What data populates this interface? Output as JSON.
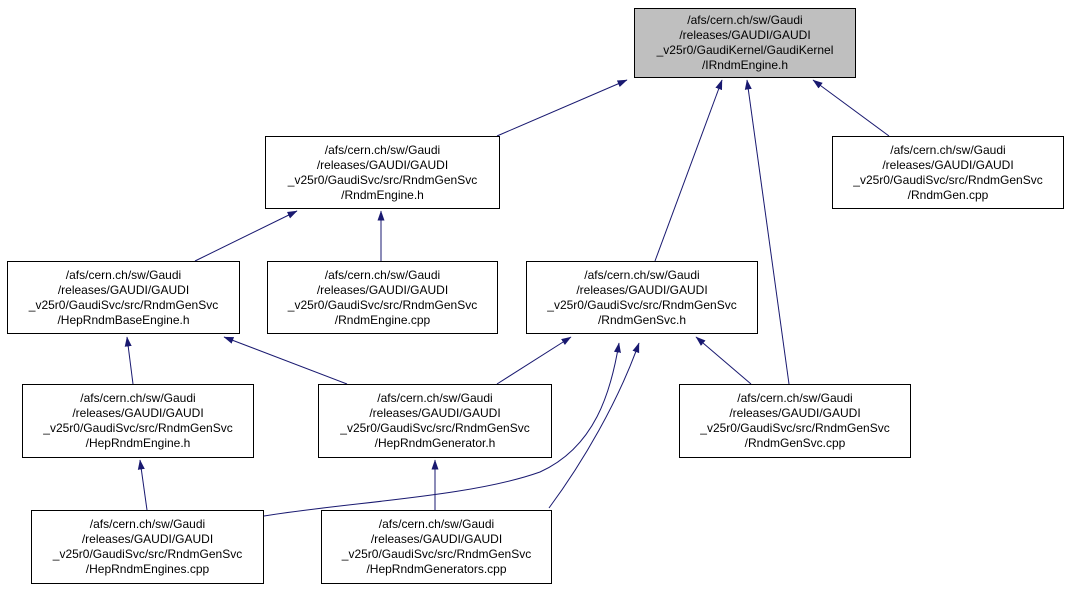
{
  "diagram": {
    "type": "include-dependency-graph",
    "colors": {
      "edge": "#191970",
      "node_border": "#000000",
      "node_fill": "#ffffff",
      "root_node_fill": "#bfbfbf",
      "background": "#ffffff",
      "text": "#000000"
    },
    "nodes": [
      {
        "id": "irndmengine_h",
        "root": true,
        "lines": [
          "/afs/cern.ch/sw/Gaudi",
          "/releases/GAUDI/GAUDI",
          "_v25r0/GaudiKernel/GaudiKernel",
          "/IRndmEngine.h"
        ]
      },
      {
        "id": "rndmengine_h",
        "lines": [
          "/afs/cern.ch/sw/Gaudi",
          "/releases/GAUDI/GAUDI",
          "_v25r0/GaudiSvc/src/RndmGenSvc",
          "/RndmEngine.h"
        ]
      },
      {
        "id": "rndmgen_cpp",
        "lines": [
          "/afs/cern.ch/sw/Gaudi",
          "/releases/GAUDI/GAUDI",
          "_v25r0/GaudiSvc/src/RndmGenSvc",
          "/RndmGen.cpp"
        ]
      },
      {
        "id": "heprndmbaseengine_h",
        "lines": [
          "/afs/cern.ch/sw/Gaudi",
          "/releases/GAUDI/GAUDI",
          "_v25r0/GaudiSvc/src/RndmGenSvc",
          "/HepRndmBaseEngine.h"
        ]
      },
      {
        "id": "rndmengine_cpp",
        "lines": [
          "/afs/cern.ch/sw/Gaudi",
          "/releases/GAUDI/GAUDI",
          "_v25r0/GaudiSvc/src/RndmGenSvc",
          "/RndmEngine.cpp"
        ]
      },
      {
        "id": "rndmgensvc_h",
        "lines": [
          "/afs/cern.ch/sw/Gaudi",
          "/releases/GAUDI/GAUDI",
          "_v25r0/GaudiSvc/src/RndmGenSvc",
          "/RndmGenSvc.h"
        ]
      },
      {
        "id": "heprndmengine_h",
        "lines": [
          "/afs/cern.ch/sw/Gaudi",
          "/releases/GAUDI/GAUDI",
          "_v25r0/GaudiSvc/src/RndmGenSvc",
          "/HepRndmEngine.h"
        ]
      },
      {
        "id": "heprndmgenerator_h",
        "lines": [
          "/afs/cern.ch/sw/Gaudi",
          "/releases/GAUDI/GAUDI",
          "_v25r0/GaudiSvc/src/RndmGenSvc",
          "/HepRndmGenerator.h"
        ]
      },
      {
        "id": "rndmgensvc_cpp",
        "lines": [
          "/afs/cern.ch/sw/Gaudi",
          "/releases/GAUDI/GAUDI",
          "_v25r0/GaudiSvc/src/RndmGenSvc",
          "/RndmGenSvc.cpp"
        ]
      },
      {
        "id": "heprndmengines_cpp",
        "lines": [
          "/afs/cern.ch/sw/Gaudi",
          "/releases/GAUDI/GAUDI",
          "_v25r0/GaudiSvc/src/RndmGenSvc",
          "/HepRndmEngines.cpp"
        ]
      },
      {
        "id": "heprndmgenerators_cpp",
        "lines": [
          "/afs/cern.ch/sw/Gaudi",
          "/releases/GAUDI/GAUDI",
          "_v25r0/GaudiSvc/src/RndmGenSvc",
          "/HepRndmGenerators.cpp"
        ]
      }
    ],
    "edges": [
      {
        "from": "rndmengine_h",
        "to": "irndmengine_h"
      },
      {
        "from": "rndmgensvc_h",
        "to": "irndmengine_h"
      },
      {
        "from": "rndmgensvc_cpp",
        "to": "irndmengine_h"
      },
      {
        "from": "rndmgen_cpp",
        "to": "irndmengine_h"
      },
      {
        "from": "heprndmbaseengine_h",
        "to": "rndmengine_h"
      },
      {
        "from": "rndmengine_cpp",
        "to": "rndmengine_h"
      },
      {
        "from": "heprndmengine_h",
        "to": "heprndmbaseengine_h"
      },
      {
        "from": "heprndmgenerator_h",
        "to": "heprndmbaseengine_h"
      },
      {
        "from": "heprndmgenerator_h",
        "to": "rndmgensvc_h"
      },
      {
        "from": "heprndmengines_cpp",
        "to": "rndmgensvc_h"
      },
      {
        "from": "heprndmgenerators_cpp",
        "to": "rndmgensvc_h"
      },
      {
        "from": "rndmgensvc_cpp",
        "to": "rndmgensvc_h"
      },
      {
        "from": "heprndmengines_cpp",
        "to": "heprndmengine_h"
      },
      {
        "from": "heprndmgenerators_cpp",
        "to": "heprndmgenerator_h"
      }
    ]
  }
}
